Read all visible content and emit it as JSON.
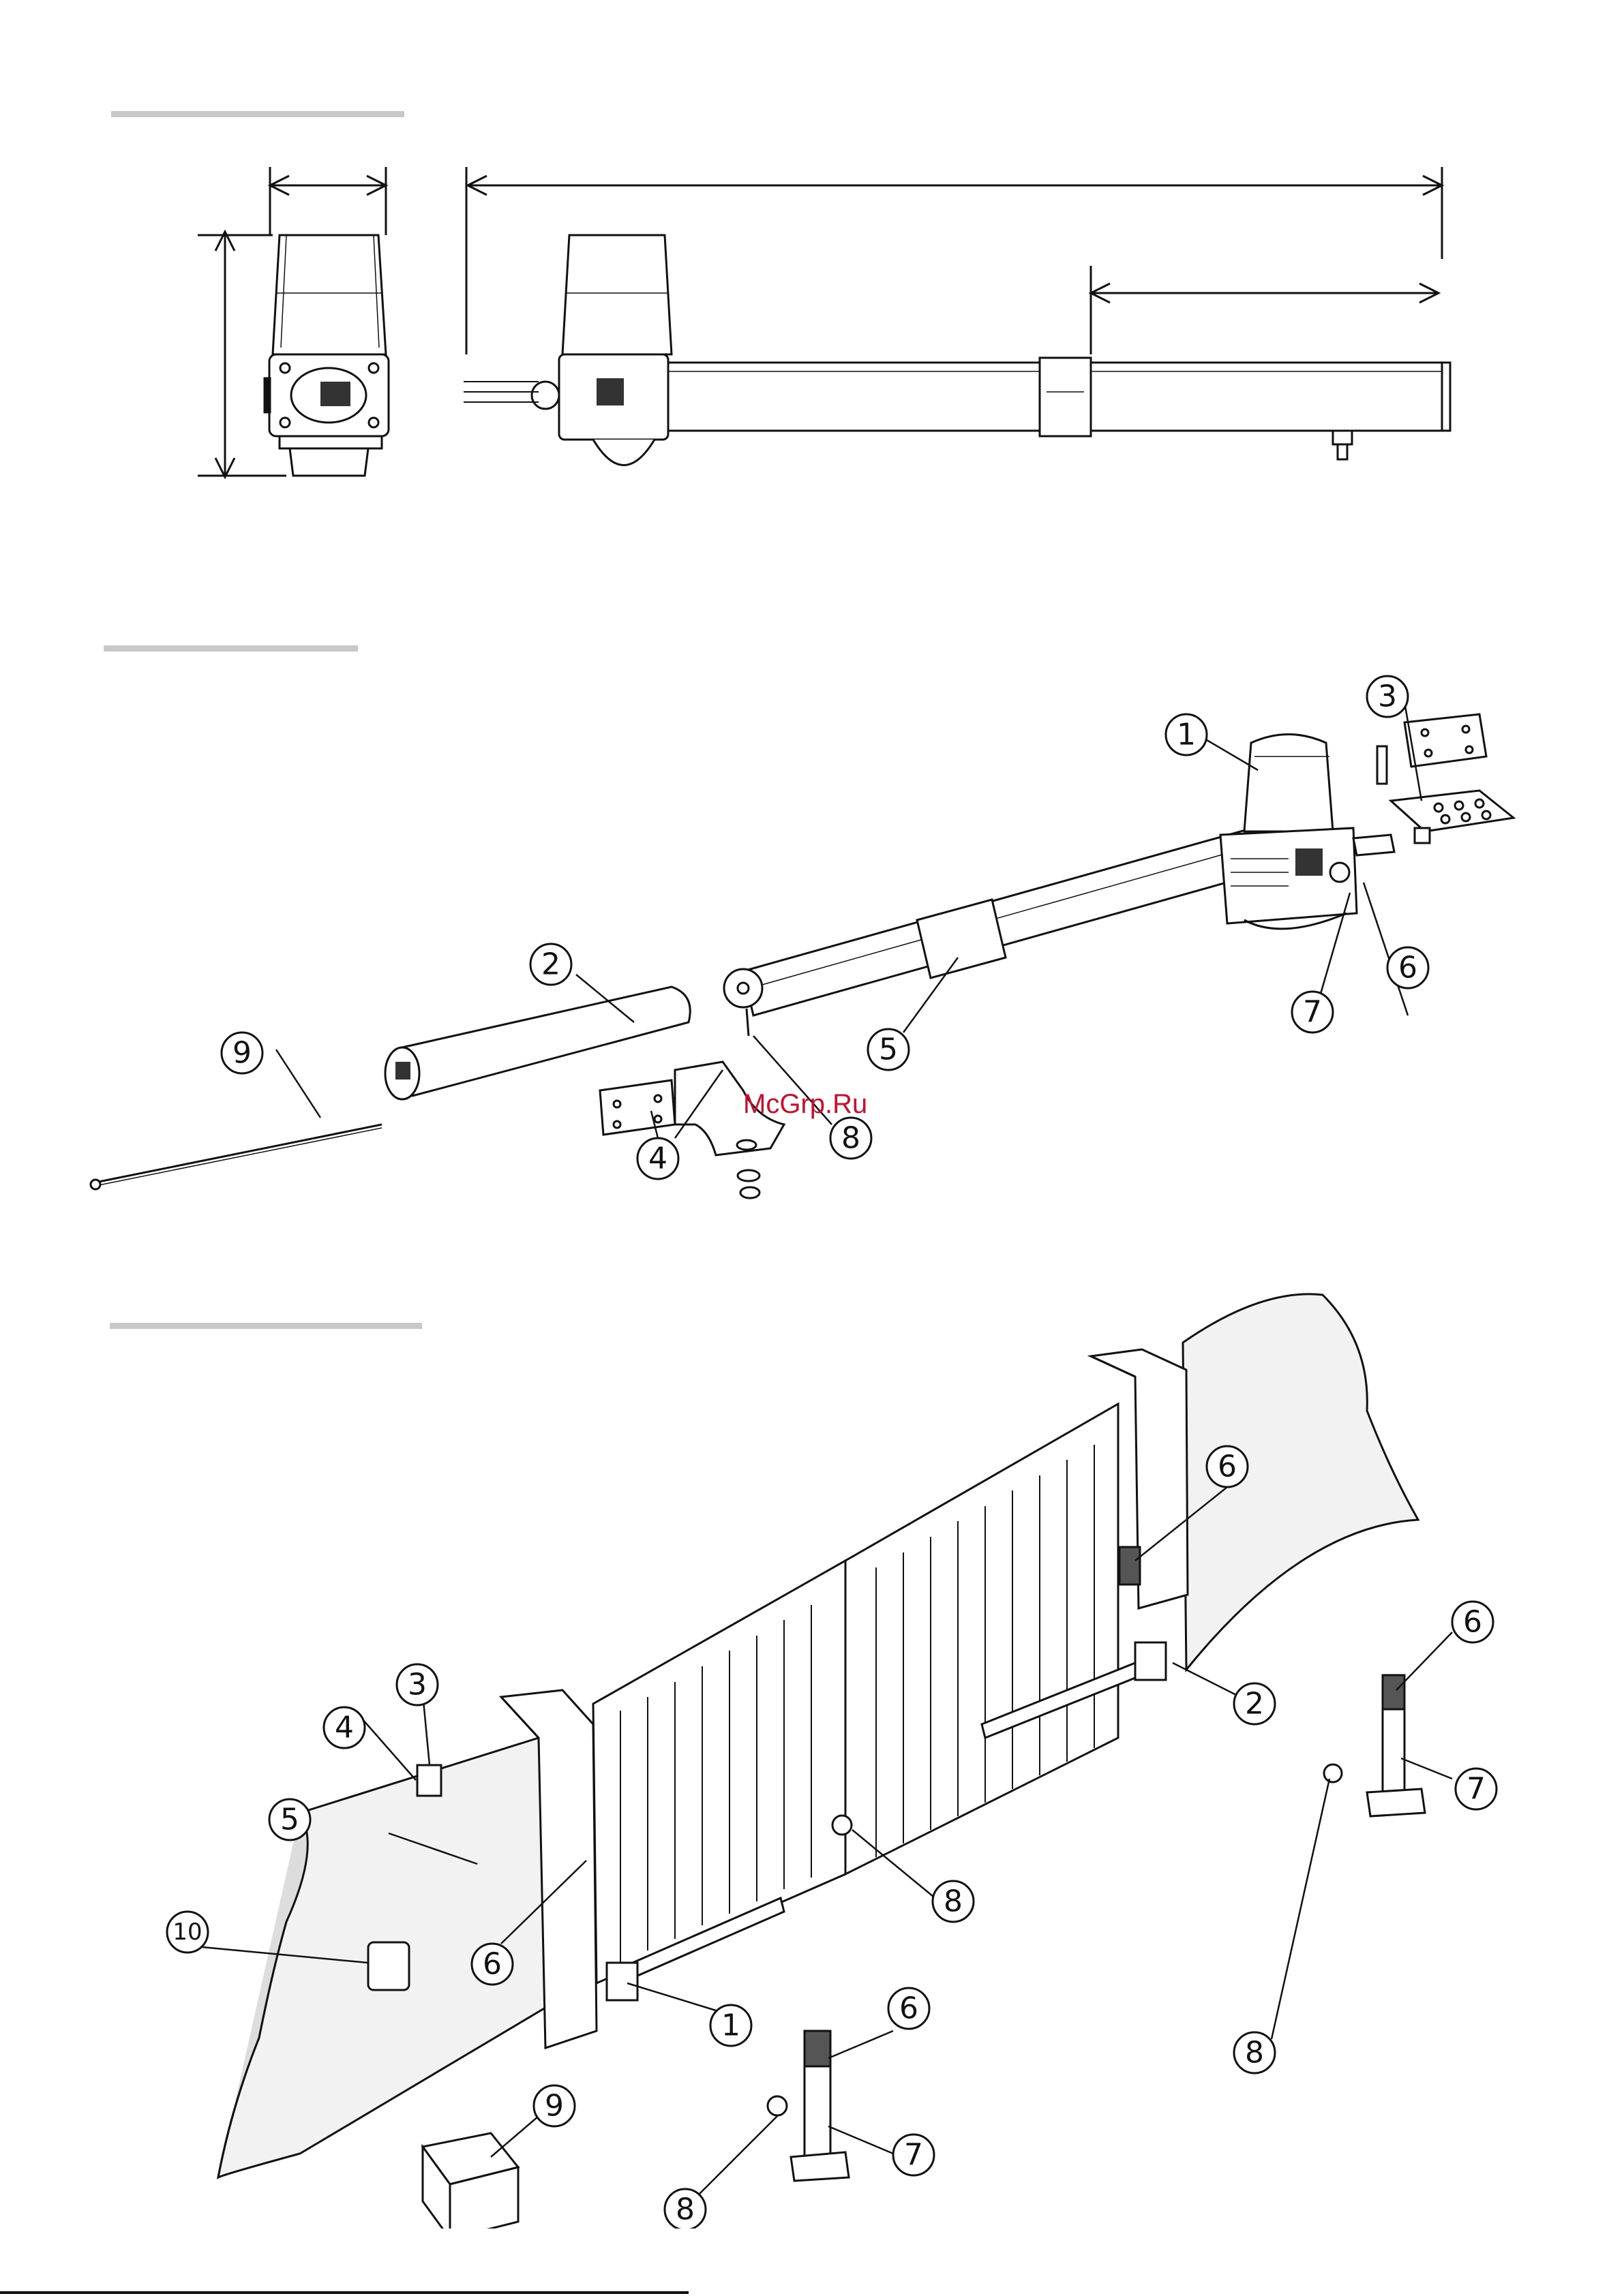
{
  "watermark": "McGrp.Ru",
  "colors": {
    "line": "#111111",
    "rule": "#c8c8c8",
    "watermark": "#c8102e",
    "wall": "#e6e6e6",
    "dark_part": "#555555"
  },
  "figure_2_callouts": [
    "1",
    "2",
    "3",
    "4",
    "5",
    "6",
    "7",
    "8",
    "9"
  ],
  "figure_3_callouts": [
    "1",
    "2",
    "3",
    "4",
    "5",
    "6",
    "6",
    "6",
    "6",
    "7",
    "7",
    "8",
    "8",
    "8",
    "9",
    "10"
  ]
}
